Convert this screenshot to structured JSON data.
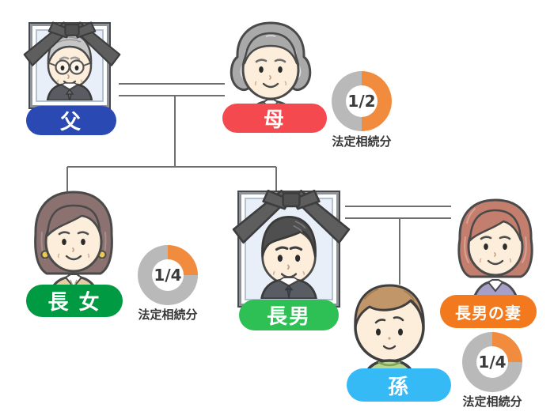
{
  "caption": "法定相続分",
  "people": {
    "father": {
      "label": "父",
      "pill_color": "#2b49b3",
      "deceased": true
    },
    "mother": {
      "label": "母",
      "pill_color": "#f4494e",
      "share_text": "1/2",
      "share_fraction": 0.5
    },
    "eldest_daughter": {
      "label": "長 女",
      "pill_color": "#009a43",
      "share_text": "1/4",
      "share_fraction": 0.25
    },
    "eldest_son": {
      "label": "長男",
      "pill_color": "#2ebf55",
      "deceased": true
    },
    "eldest_sons_wife": {
      "label": "長男の妻",
      "pill_color": "#f2791d"
    },
    "grandchild": {
      "label": "孫",
      "pill_color": "#36baf5",
      "share_text": "1/4",
      "share_fraction": 0.25
    }
  },
  "donut_colors": {
    "filled": "#f18b3e",
    "empty": "#b9b9b9"
  },
  "line_color": "#6f6f6f"
}
